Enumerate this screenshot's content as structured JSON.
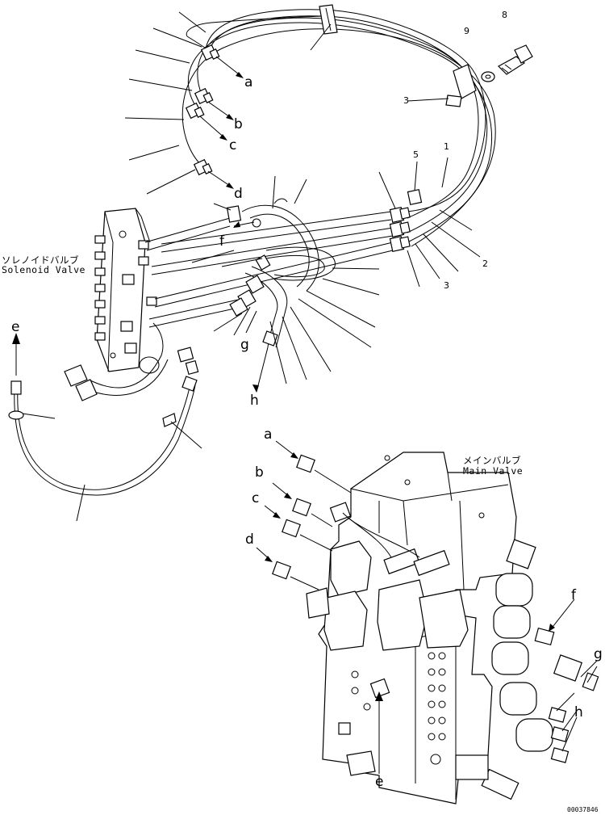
{
  "drawing_code": "00037846",
  "assemblies": {
    "solenoid_valve": {
      "jp": "ソレノイドバルブ",
      "en": "Solenoid Valve"
    },
    "main_valve": {
      "jp": "メインバルブ",
      "en": "Main Valve"
    }
  },
  "connection_letters": [
    "a",
    "b",
    "c",
    "d",
    "e",
    "f",
    "g",
    "h"
  ],
  "part_numbers": [
    "8",
    "9",
    "3",
    "5",
    "1",
    "2",
    "3"
  ]
}
